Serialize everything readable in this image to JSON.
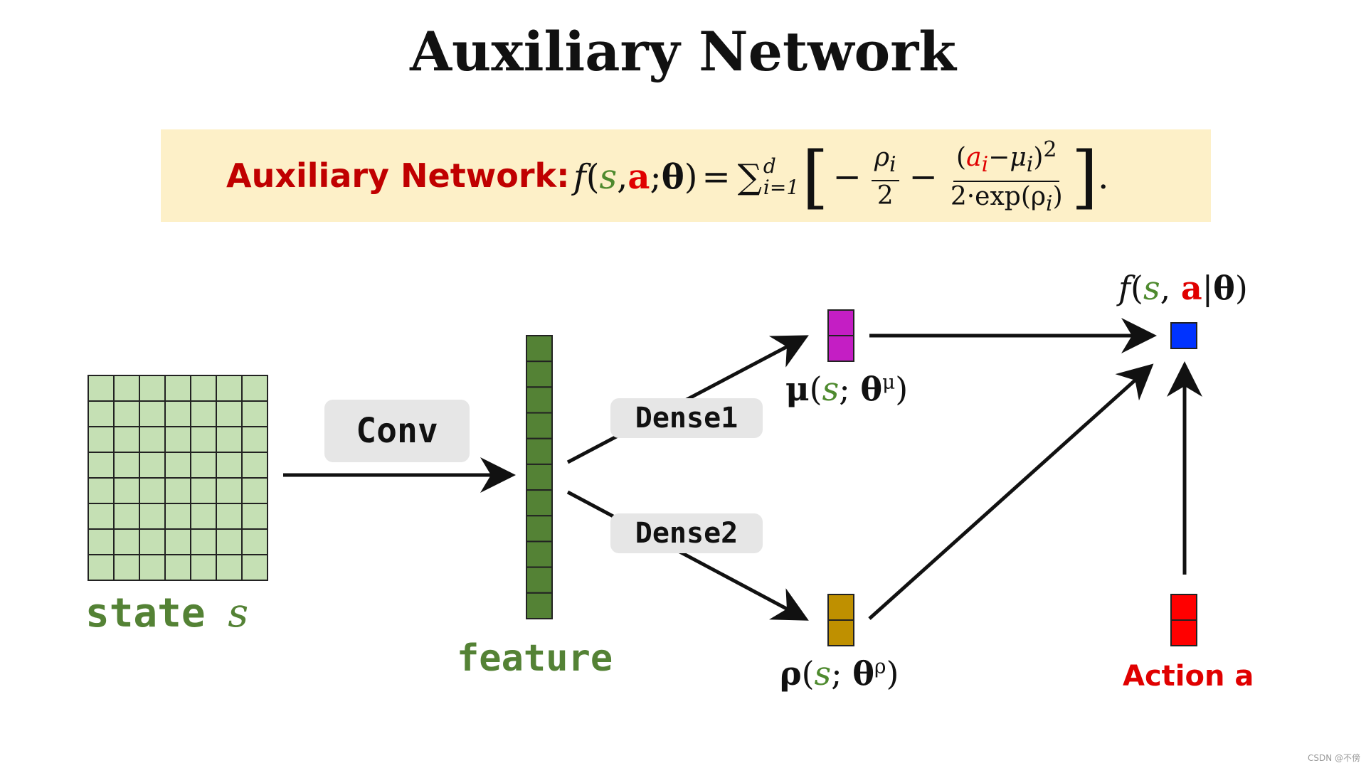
{
  "title": "Auxiliary Network",
  "formula": {
    "label": "Auxiliary Network:",
    "f": "f",
    "open_paren": "(",
    "s": "s",
    "comma": ",",
    "a": "a",
    "semicolon": ";",
    "theta": "θ",
    "close_paren": ")",
    "equals": "=",
    "sum": "∑",
    "sum_upper": "d",
    "sum_lower": "i=1",
    "lbracket": "[",
    "minus1": "−",
    "frac1_num": "ρ",
    "frac1_num_sub": "i",
    "frac1_den": "2",
    "minus2": "−",
    "frac2_num_open": "(",
    "frac2_num_a": "a",
    "frac2_num_a_sub": "i",
    "frac2_num_mid": "−μ",
    "frac2_num_mu_sub": "i",
    "frac2_num_close": ")",
    "frac2_num_sup": "2",
    "frac2_den_pre": "2·exp(ρ",
    "frac2_den_sub": "i",
    "frac2_den_post": ")",
    "rbracket": "]",
    "period": "."
  },
  "labels": {
    "conv": "Conv",
    "dense1": "Dense1",
    "dense2": "Dense2",
    "state_word": "state",
    "state_var": "s",
    "feature": "feature",
    "mu_sym": "μ",
    "mu_s": "s",
    "mu_theta": "θ",
    "mu_sup": "μ",
    "rho_sym": "ρ",
    "rho_s": "s",
    "rho_theta": "θ",
    "rho_sup": "ρ",
    "out_f": "f",
    "out_s": "s",
    "out_a": "a",
    "out_theta": "θ",
    "action": "Action a",
    "watermark": "CSDN @不傍"
  },
  "colors": {
    "grid_fill": "#c5e0b4",
    "grid_stroke": "#222222",
    "feature_fill": "#548235",
    "mu_fill": "#c41ec4",
    "rho_fill": "#bf9000",
    "output_fill": "#0033ff",
    "action_fill": "#ff0000",
    "green_text": "#548235",
    "red_text": "#e00000"
  },
  "structure": {
    "state_grid_rows": 8,
    "state_grid_cols": 7,
    "feature_cells": 11,
    "mu_cells": 2,
    "rho_cells": 2,
    "action_cells": 2,
    "output_cells": 1
  }
}
